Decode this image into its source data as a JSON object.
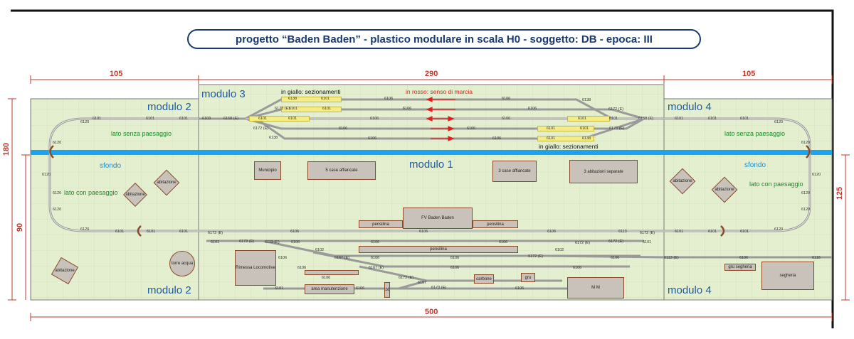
{
  "title": "progetto “Baden Baden”   -   plastico modulare in scala H0   -   soggetto: DB   -   epoca: III",
  "dimensions": {
    "left_top": "105",
    "center_top": "290",
    "right_top": "105",
    "total_bottom": "500",
    "left_height": "180",
    "left_lower": "90",
    "right_height": "125"
  },
  "modules": {
    "m2_top": "modulo 2",
    "m2_bottom": "modulo 2",
    "m3": "modulo 3",
    "m1": "modulo 1",
    "m4_top": "modulo 4",
    "m4_bottom": "modulo 4"
  },
  "notes": {
    "yellow_top": "in giallo: sezionamenti",
    "red": "in rosso: senso di marcia",
    "yellow_bottom": "in giallo: sezionamenti",
    "no_landscape_left": "lato senza paesaggio",
    "no_landscape_right": "lato senza paesaggio",
    "landscape_left": "lato con paesaggio",
    "landscape_right": "lato con paesaggio",
    "sfondo_left": "sfondo",
    "sfondo_right": "sfondo"
  },
  "buildings": {
    "municipio": "Municipio",
    "case5": "5 case affiancate",
    "case3": "3 case affiancate",
    "abit3": "3 abitazioni separate",
    "fv": "FV Baden Baden",
    "pensilina_l": "pensilina",
    "pensilina_r": "pensilina",
    "pensilina_c": "pensilina",
    "rimessa": "Rimessa Locomotive",
    "area": "area manutenzione",
    "sabbia": "sabbia",
    "carbone": "carbone",
    "gru": "gru",
    "mm": "M M",
    "gru_segheria": "gru segheria",
    "segheria": "segheria",
    "torre": "torre acqua",
    "abitazione_a": "abitazione",
    "abitazione_b": "abitazione",
    "abitazione_c": "abitazione",
    "abitazione_d": "abitazione",
    "abitazione_e": "abitazione"
  },
  "track_labels": {
    "t6101": "6101",
    "t6103": "6103",
    "t6106": "6106",
    "t6120": "6120",
    "t6138": "6138",
    "t6102": "6102",
    "t6107": "6107",
    "t6116": "6116",
    "t6158": "6158 (E)",
    "t6172": "6172 (E)",
    "t6173": "6173 (E)",
    "t6113": "6113 (E)",
    "t6167": "6167 (E)",
    "t6113p": "6113"
  },
  "colors": {
    "board": "#e4efcf",
    "grid": "#cfdcb8",
    "blue_strip": "#1aa3ee",
    "dim_red": "#c0392b",
    "module_blue": "#1f5a9c",
    "note_green": "#1e8a2a",
    "note_red": "#e02020",
    "yellow": "#f3ec8a",
    "building": "#c9c2bb",
    "track": "#a0a0a0"
  }
}
